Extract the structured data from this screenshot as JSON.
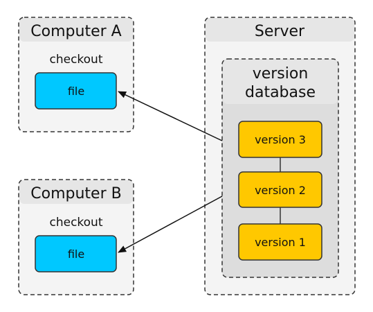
{
  "colors": {
    "panel_fill": "#f4f4f4",
    "header_fill": "#e6e6e6",
    "database_fill": "#dddddd",
    "border": "#333333",
    "file_fill": "#00c8ff",
    "version_fill": "#ffc800",
    "arrow": "#111111"
  },
  "computer_a": {
    "title": "Computer A",
    "checkout_label": "checkout",
    "file_label": "file"
  },
  "computer_b": {
    "title": "Computer B",
    "checkout_label": "checkout",
    "file_label": "file"
  },
  "server": {
    "title": "Server",
    "database": {
      "title_line1": "version",
      "title_line2": "database",
      "versions": [
        "version 3",
        "version 2",
        "version 1"
      ]
    }
  },
  "connections": [
    {
      "from": "version 3",
      "to": "Computer A file"
    },
    {
      "from": "version 2",
      "to": "Computer B file"
    }
  ]
}
